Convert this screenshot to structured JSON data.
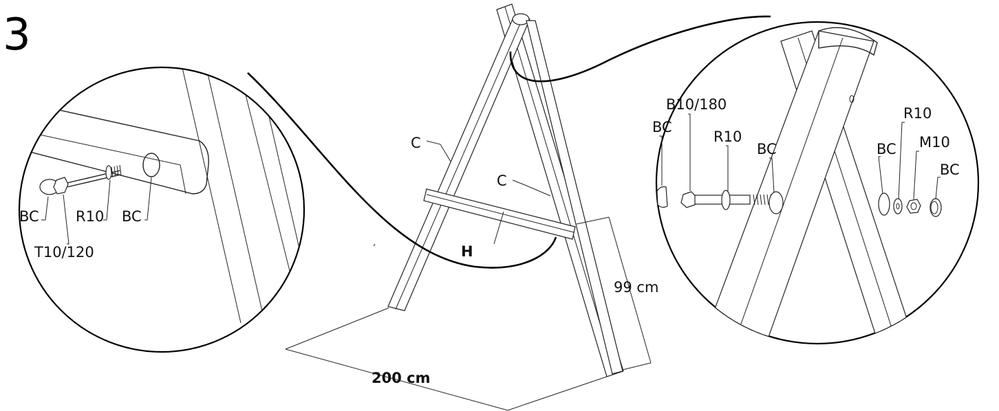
{
  "step_number": "3",
  "parts": {
    "main_beam_label_upper": "C",
    "main_beam_label_lower": "C",
    "crossbar_label": "H"
  },
  "dimensions": {
    "width": "200 cm",
    "height": "99 cm"
  },
  "left_detail": {
    "cap_label": "BC",
    "screw_label": "T10/120",
    "washer_label": "R10",
    "hole_cap_label": "BC"
  },
  "right_detail": {
    "cap_left_label": "BC",
    "bolt_label": "B10/180",
    "washer_left_label": "R10",
    "cap_mid_label": "BC",
    "cap_right_label": "BC",
    "washer_right_label": "R10",
    "nut_label": "M10",
    "cap_end_label": "BC"
  }
}
